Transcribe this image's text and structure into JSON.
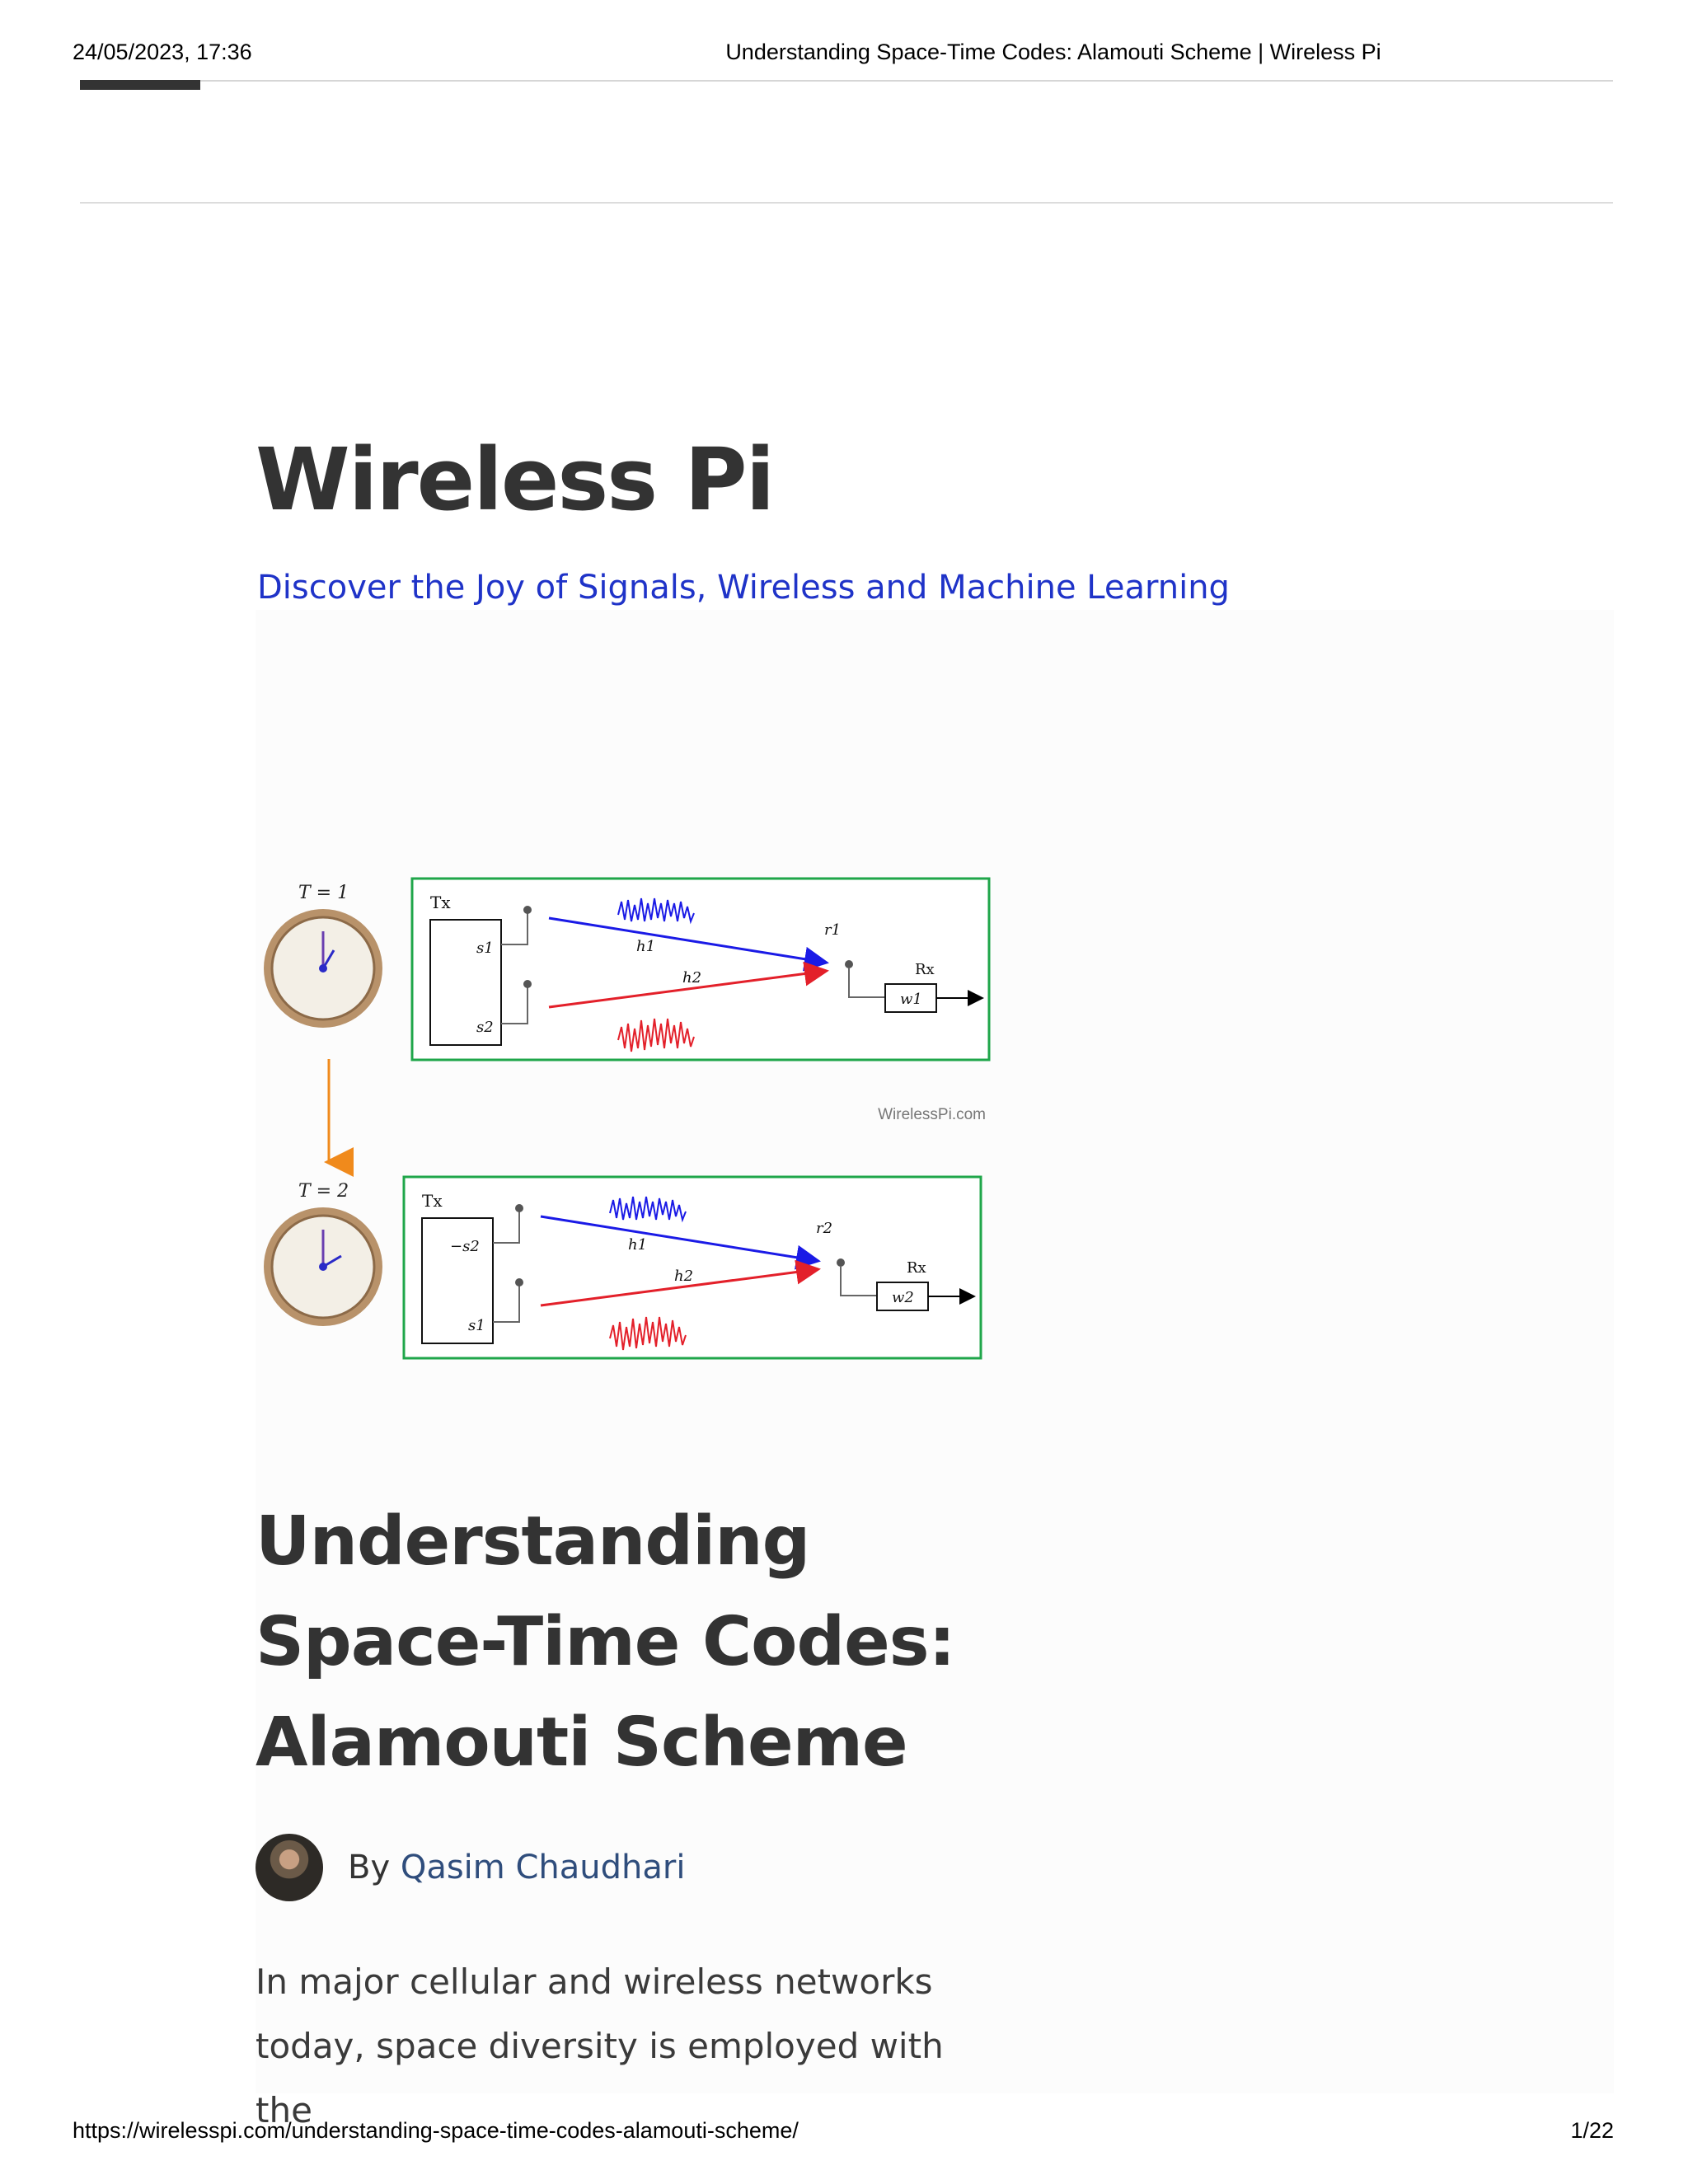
{
  "print_header": {
    "datetime": "24/05/2023, 17:36",
    "document_title": "Understanding Space-Time Codes: Alamouti Scheme | Wireless Pi"
  },
  "site": {
    "title": "Wireless Pi",
    "tagline": "Discover the Joy of Signals, Wireless and Machine Learning"
  },
  "figure": {
    "panel_1": {
      "time_label": "T = 1",
      "tx_label": "Tx",
      "antenna_top_symbol": "s1",
      "antenna_bottom_symbol": "s2",
      "channel_top": "h1",
      "channel_bottom": "h2",
      "received": "r1",
      "rx_label": "Rx",
      "noise": "w1"
    },
    "panel_2": {
      "time_label": "T = 2",
      "tx_label": "Tx",
      "antenna_top_symbol": "−s2",
      "antenna_bottom_symbol": "s1",
      "channel_top": "h1",
      "channel_bottom": "h2",
      "received": "r2",
      "rx_label": "Rx",
      "noise": "w2"
    },
    "watermark": "WirelessPi.com",
    "colors": {
      "border": "#1fa64a",
      "channel_1": "#1a1ae6",
      "channel_2": "#e3202a",
      "arrow": "#f08a1c"
    }
  },
  "article": {
    "title": "Understanding Space-Time Codes: Alamouti Scheme",
    "byline_prefix": "By",
    "author": "Qasim Chaudhari",
    "intro_line_1": "In major cellular and wireless networks",
    "intro_line_2": "today, space diversity is employed with the"
  },
  "print_footer": {
    "url": "https://wirelesspi.com/understanding-space-time-codes-alamouti-scheme/",
    "page": "1/22"
  }
}
